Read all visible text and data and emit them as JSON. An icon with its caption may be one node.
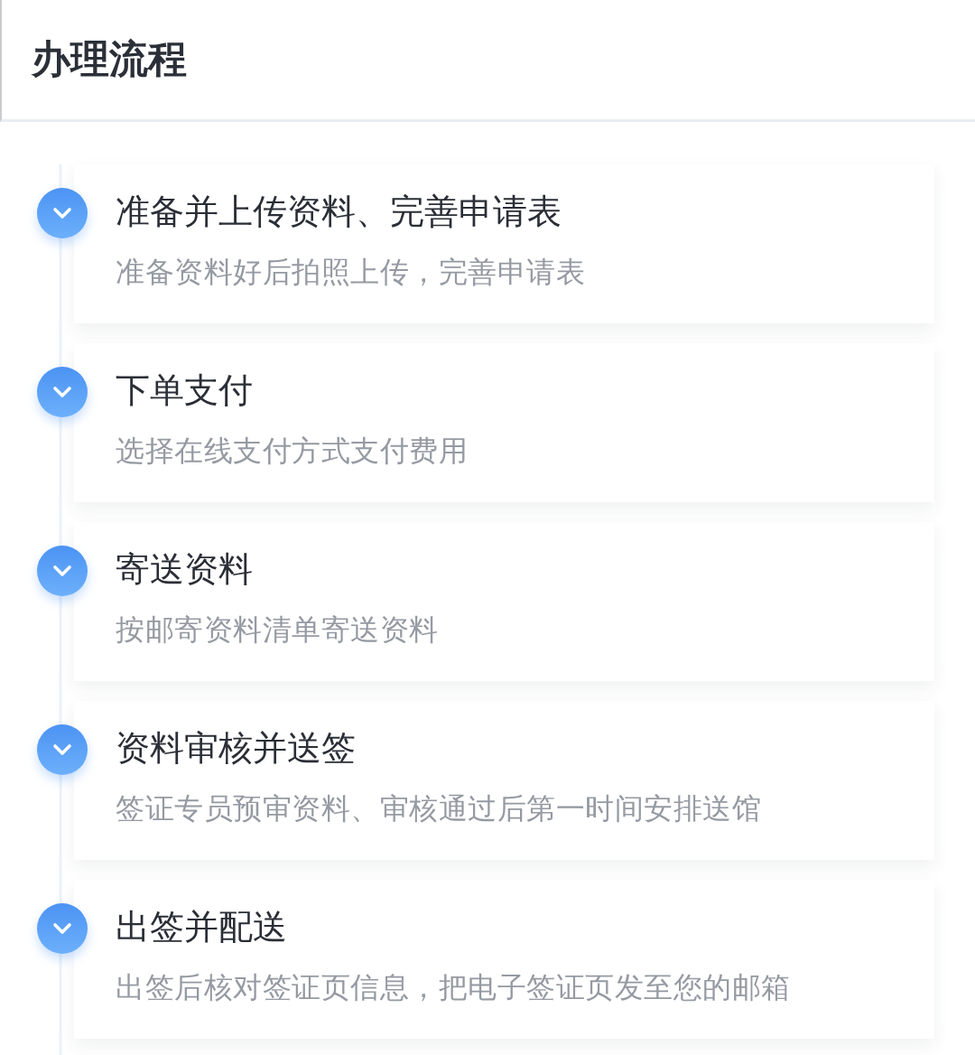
{
  "diagram": {
    "title": "办理流程",
    "nodes": [
      {
        "text": [
          "准备并上传资料、完善申请表",
          "准备资料好后拍照上传，完善申请表"
        ]
      },
      {
        "text": [
          "下单支付",
          "选择在线支付方式支付费用"
        ]
      },
      {
        "text": [
          "寄送资料",
          "按邮寄资料清单寄送资料"
        ]
      },
      {
        "text": [
          "资料审核并送签",
          "签证专员预审资料、审核通过后第一时间安排送馆"
        ]
      },
      {
        "text": [
          "出签并配送",
          "出签后核对签证页信息，把电子签证页发至您的邮箱"
        ]
      }
    ]
  }
}
